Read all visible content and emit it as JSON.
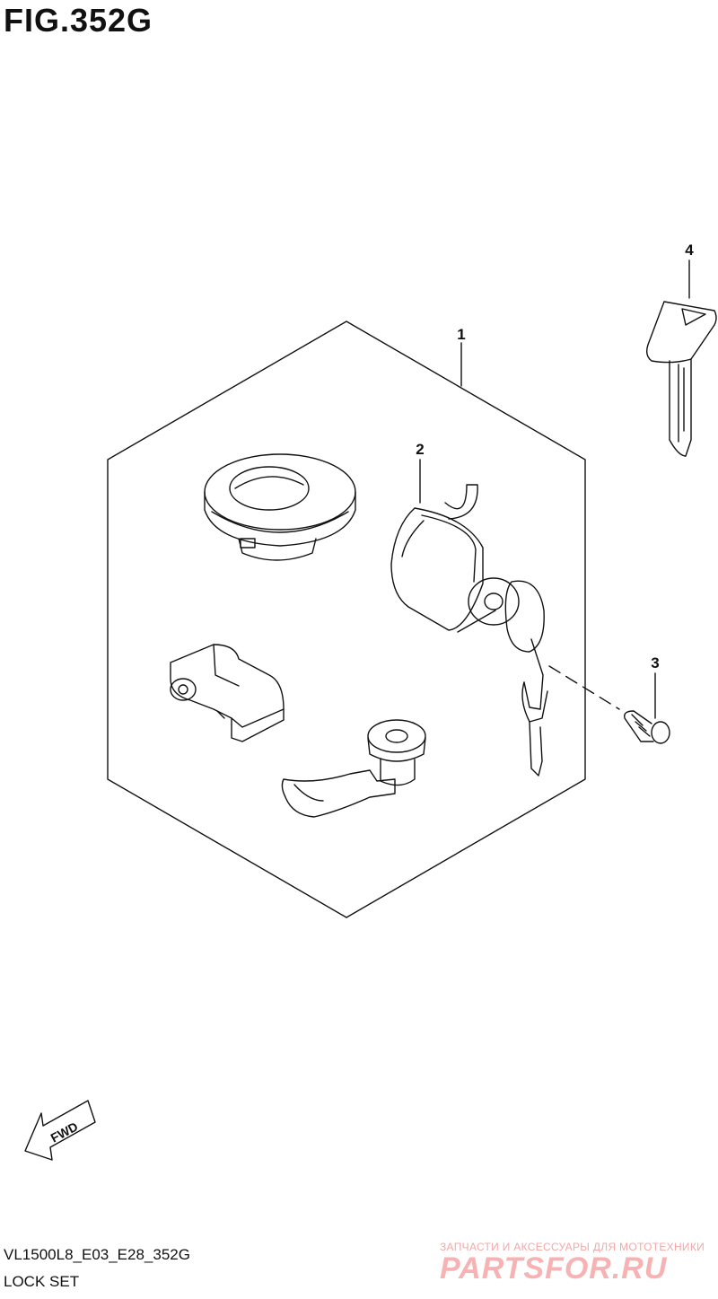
{
  "figure": {
    "title": "FIG.352G"
  },
  "callouts": [
    {
      "id": "1",
      "label": "1"
    },
    {
      "id": "2",
      "label": "2"
    },
    {
      "id": "3",
      "label": "3"
    },
    {
      "id": "4",
      "label": "4"
    }
  ],
  "fwd_label": "FWD",
  "footer": {
    "model_code": "VL1500L8_E03_E28_352G",
    "section_name": "LOCK SET"
  },
  "watermark": {
    "tagline": "ЗАПЧАСТИ И АКСЕССУАРЫ ДЛЯ МОТОТЕХНИКИ",
    "brand": "PARTSFOR.RU",
    "color": "#f4a7a7"
  },
  "icons": [
    "fwd-arrow-icon"
  ],
  "colors": {
    "line": "#111111",
    "background": "#ffffff"
  }
}
